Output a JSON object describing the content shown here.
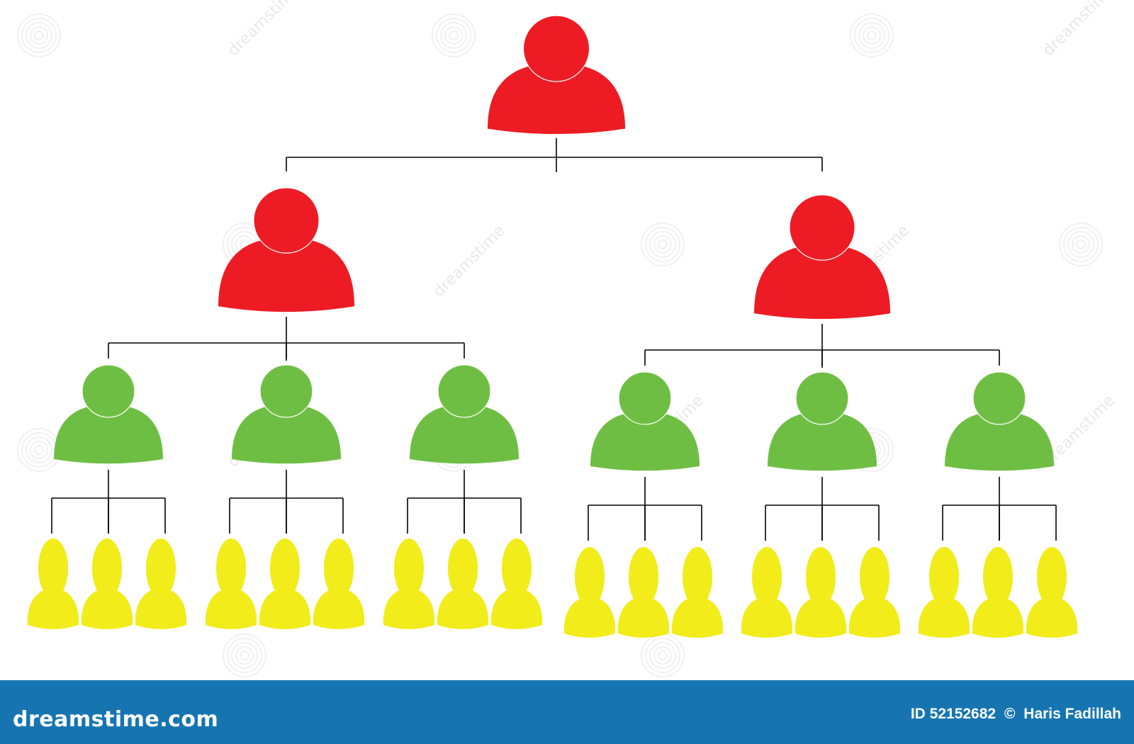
{
  "diagram": {
    "type": "hierarchy",
    "colors": {
      "root": "#ed1c24",
      "level_1": "#ed1c24",
      "level_2": "#6fbe44",
      "level_3": "#f2ec1a",
      "connector": "#000000",
      "footer": "#1675b1",
      "watermark": "#d6d6d6"
    },
    "root": {
      "icon": "red-person-icon",
      "children": [
        {
          "icon": "red-person-icon",
          "children": [
            {
              "icon": "green-person-icon",
              "children": [
                {
                  "icon": "yellow-person-icon"
                },
                {
                  "icon": "yellow-person-icon"
                },
                {
                  "icon": "yellow-person-icon"
                }
              ]
            },
            {
              "icon": "green-person-icon",
              "children": [
                {
                  "icon": "yellow-person-icon"
                },
                {
                  "icon": "yellow-person-icon"
                },
                {
                  "icon": "yellow-person-icon"
                }
              ]
            },
            {
              "icon": "green-person-icon",
              "children": [
                {
                  "icon": "yellow-person-icon"
                },
                {
                  "icon": "yellow-person-icon"
                },
                {
                  "icon": "yellow-person-icon"
                }
              ]
            }
          ]
        },
        {
          "icon": "red-person-icon",
          "children": [
            {
              "icon": "green-person-icon",
              "children": [
                {
                  "icon": "yellow-person-icon"
                },
                {
                  "icon": "yellow-person-icon"
                },
                {
                  "icon": "yellow-person-icon"
                }
              ]
            },
            {
              "icon": "green-person-icon",
              "children": [
                {
                  "icon": "yellow-person-icon"
                },
                {
                  "icon": "yellow-person-icon"
                },
                {
                  "icon": "yellow-person-icon"
                }
              ]
            },
            {
              "icon": "green-person-icon",
              "children": [
                {
                  "icon": "yellow-person-icon"
                },
                {
                  "icon": "yellow-person-icon"
                },
                {
                  "icon": "yellow-person-icon"
                }
              ]
            }
          ]
        }
      ]
    }
  },
  "footer": {
    "logo_text": "dreamstime.com",
    "image_id": "ID 52152682",
    "copyright_symbol": "©",
    "author": "Haris Fadillah"
  },
  "watermark": {
    "text": "dreamstime"
  }
}
